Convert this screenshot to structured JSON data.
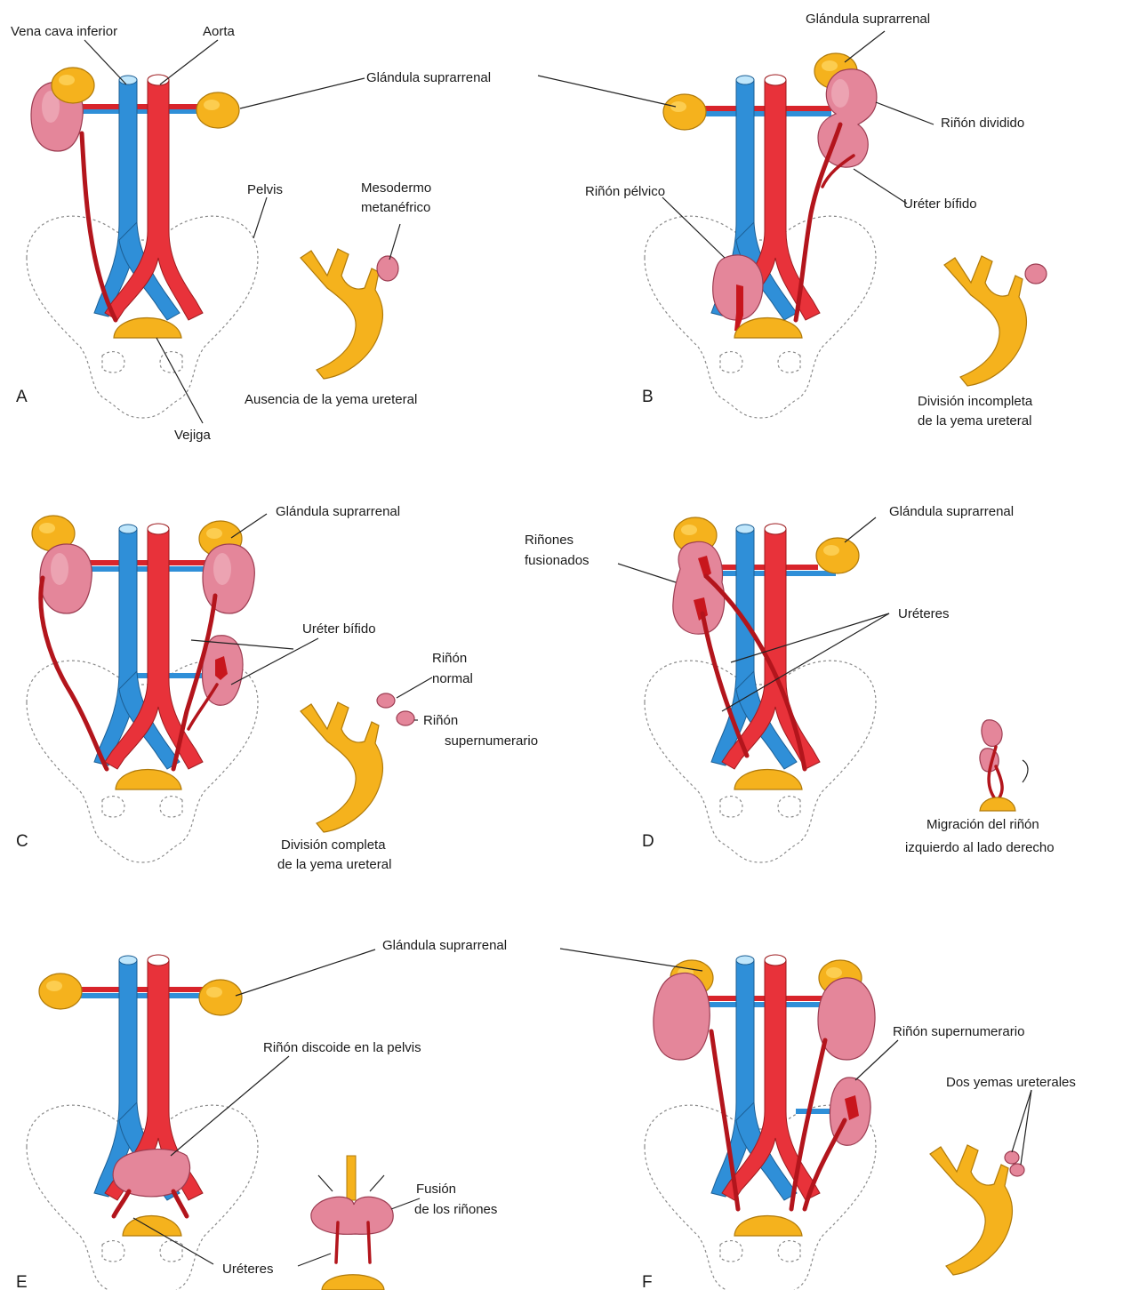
{
  "panels": {
    "A": {
      "letter": "A",
      "vena_cava": "Vena cava inferior",
      "aorta": "Aorta",
      "adrenal": "Glándula suprarrenal",
      "pelvis": "Pelvis",
      "mesoderm_line1": "Mesodermo",
      "mesoderm_line2": "metanéfrico",
      "caption": "Ausencia de la yema ureteral",
      "bladder": "Vejiga"
    },
    "B": {
      "letter": "B",
      "adrenal": "Glándula suprarrenal",
      "divided_kidney": "Riñón dividido",
      "pelvic_kidney": "Riñón pélvico",
      "bifid_ureter": "Uréter bífido",
      "caption_line1": "División incompleta",
      "caption_line2": "de la yema ureteral"
    },
    "C": {
      "letter": "C",
      "adrenal": "Glándula suprarrenal",
      "bifid_ureter": "Uréter bífido",
      "normal_kidney_line1": "Riñón",
      "normal_kidney_line2": "normal",
      "supernumerary_line1": "Riñón",
      "supernumerary_line2": "supernumerario",
      "caption_line1": "División completa",
      "caption_line2": "de la yema ureteral"
    },
    "D": {
      "letter": "D",
      "adrenal": "Glándula suprarrenal",
      "fused_line1": "Riñones",
      "fused_line2": "fusionados",
      "ureters": "Uréteres",
      "caption_line1": "Migración del riñón",
      "caption_line2": "izquierdo al lado derecho"
    },
    "E": {
      "letter": "E",
      "adrenal": "Glándula suprarrenal",
      "discoid_kidney": "Riñón discoide en la pelvis",
      "fusion_line1": "Fusión",
      "fusion_line2": "de los riñones",
      "ureters": "Uréteres"
    },
    "F": {
      "letter": "F",
      "supernumerary_kidney": "Riñón supernumerario",
      "two_buds": "Dos yemas ureterales"
    }
  },
  "colors": {
    "vena_cava": "#2f8fd8",
    "aorta": "#e8323a",
    "kidney": "#e4869a",
    "adrenal": "#f5b21d",
    "ureter": "#b3151c"
  }
}
